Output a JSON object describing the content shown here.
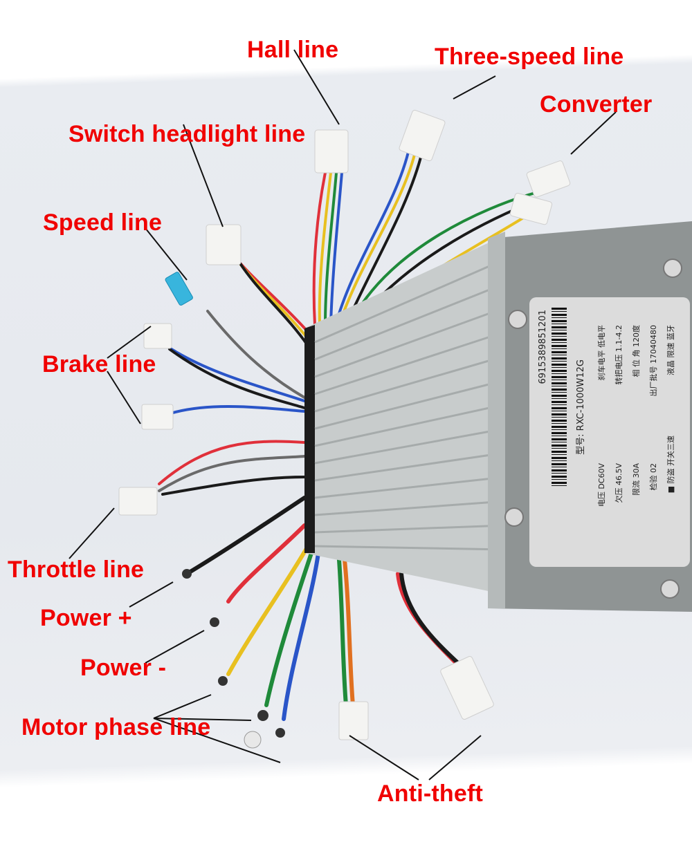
{
  "image": {
    "subject": "Electric bike brushless motor controller with labeled wiring harness",
    "label_color": "#f00000",
    "leader_line_color": "#111111"
  },
  "labels": {
    "hall": "Hall line",
    "three_speed": "Three-speed line",
    "converter": "Converter",
    "switch_headlight": "Switch headlight line",
    "speed": "Speed line",
    "brake": "Brake line",
    "throttle": "Throttle line",
    "power_pos": "Power +",
    "power_neg": "Power -",
    "motor_phase": "Motor phase line",
    "anti_theft": "Anti-theft"
  },
  "nameplate": {
    "barcode_number": "6915389851201",
    "model": "型号: RXC-1000W12G",
    "lines": [
      "电压  DC60V",
      "欠压  46.5V",
      "限流  30A",
      "检验  02",
      "■ 防盗  开关三速",
      "刹车电平  低电平",
      "转把电压  1.1-4.2",
      "相 位 角  120度",
      "出厂批号  17040480",
      "液晶  限速  蓝牙"
    ]
  },
  "wire_colors": {
    "red": "#e0303a",
    "yellow": "#e8c020",
    "green": "#1f8a3a",
    "blue": "#2a55c8",
    "black": "#1a1a1a",
    "gray": "#6a6a6a",
    "orange": "#e07020",
    "cyan": "#30b0d8"
  }
}
